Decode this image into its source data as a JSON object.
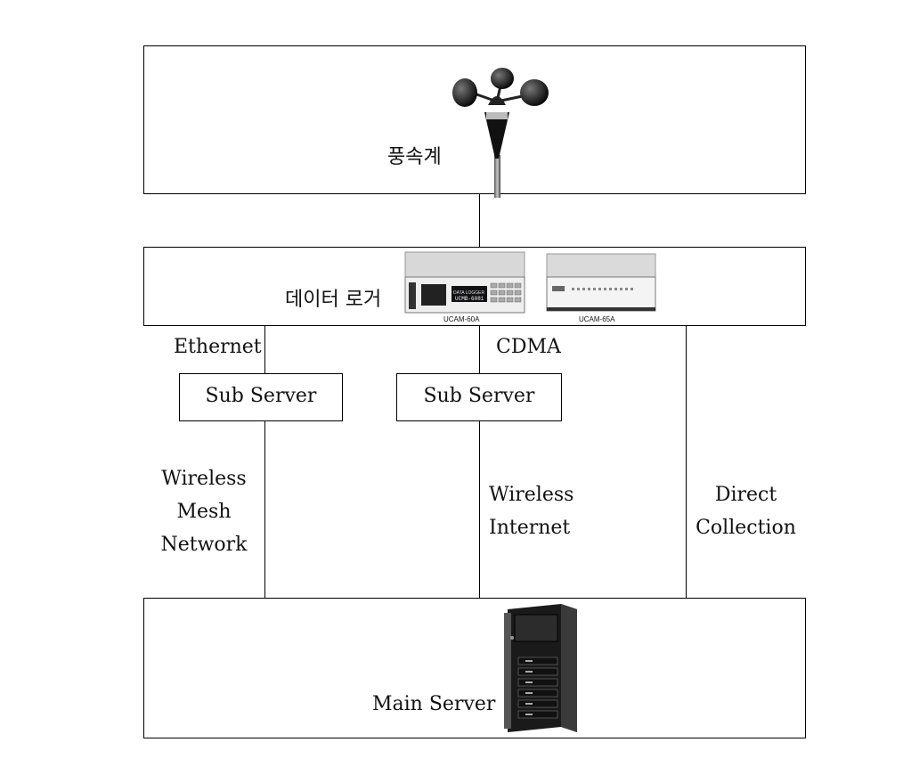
{
  "anemometer": {
    "label": "풍속계"
  },
  "data_logger": {
    "label": "데이터 로거",
    "device_1": {
      "screen_text": "UCMB-6081",
      "model": "UCAM-60A"
    },
    "device_2": {
      "model": "UCAM-65A"
    }
  },
  "links": {
    "ethernet": "Ethernet",
    "cdma": "CDMA",
    "mesh": [
      "Wireless",
      "Mesh",
      "Network"
    ],
    "internet": [
      "Wireless",
      "Internet"
    ],
    "direct": [
      "Direct",
      "Collection"
    ]
  },
  "sub_server_1": {
    "label": "Sub Server"
  },
  "sub_server_2": {
    "label": "Sub Server"
  },
  "main_server": {
    "label": "Main Server"
  }
}
